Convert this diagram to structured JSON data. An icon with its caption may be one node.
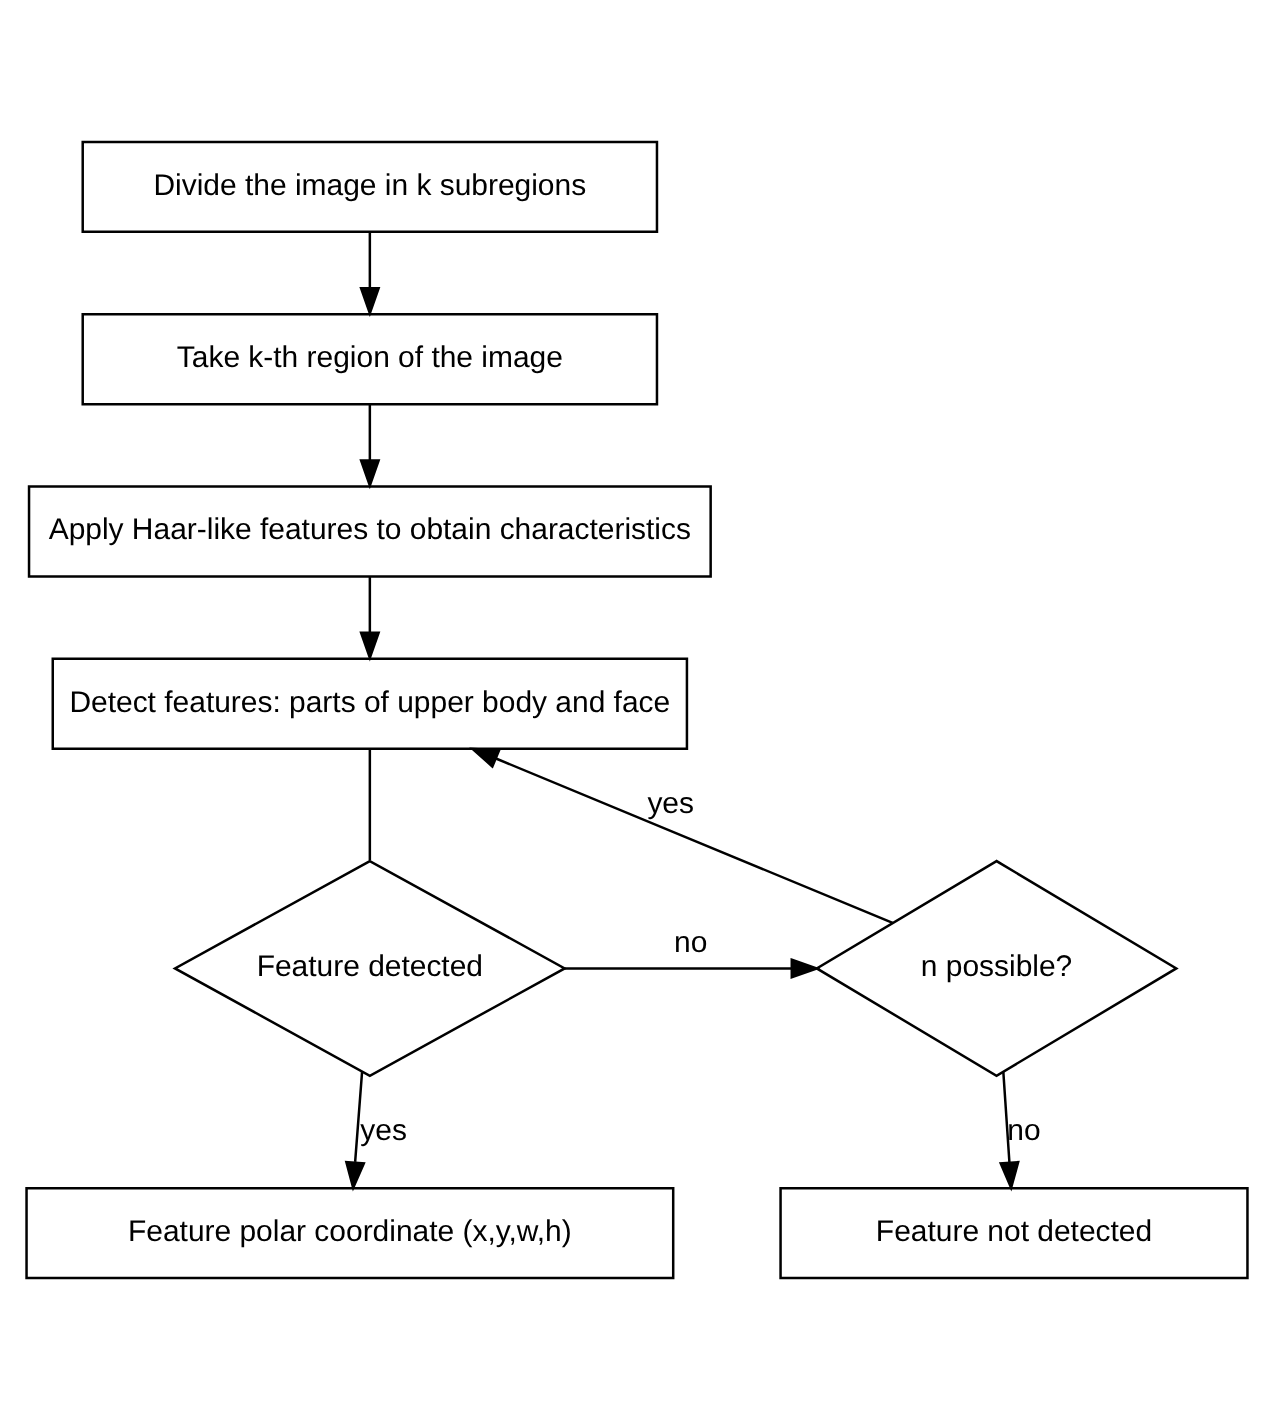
{
  "diagram": {
    "nodes": [
      {
        "text": [
          "Divide the image in k subregions"
        ]
      },
      {
        "text": [
          "Take k-th region of the image"
        ]
      },
      {
        "text": [
          "Apply Haar-like features to obtain characteristics"
        ]
      },
      {
        "text": [
          "Detect features: parts of upper body and face"
        ]
      },
      {
        "text": [
          "Feature detected"
        ]
      },
      {
        "text": [
          "n possible?"
        ]
      },
      {
        "text": [
          "Feature not detected"
        ]
      },
      {
        "text": [
          "Feature polar coordinate (x,y,w,h)"
        ]
      }
    ],
    "edges": [
      {
        "from": 0,
        "to": 1,
        "arrow": "to"
      },
      {
        "from": 1,
        "to": 2,
        "arrow": "to"
      },
      {
        "from": 2,
        "to": 3,
        "arrow": "to"
      },
      {
        "from": 3,
        "to": 4,
        "arrow": "none"
      },
      {
        "from": 4,
        "to": 5,
        "arrow": "to",
        "label": "no"
      },
      {
        "from": 5,
        "to": 3,
        "arrow": "to",
        "label": "yes"
      },
      {
        "from": 5,
        "to": 6,
        "arrow": "to",
        "label": "no"
      },
      {
        "from": 4,
        "to": 7,
        "arrow": "to",
        "label": "yes"
      }
    ]
  }
}
